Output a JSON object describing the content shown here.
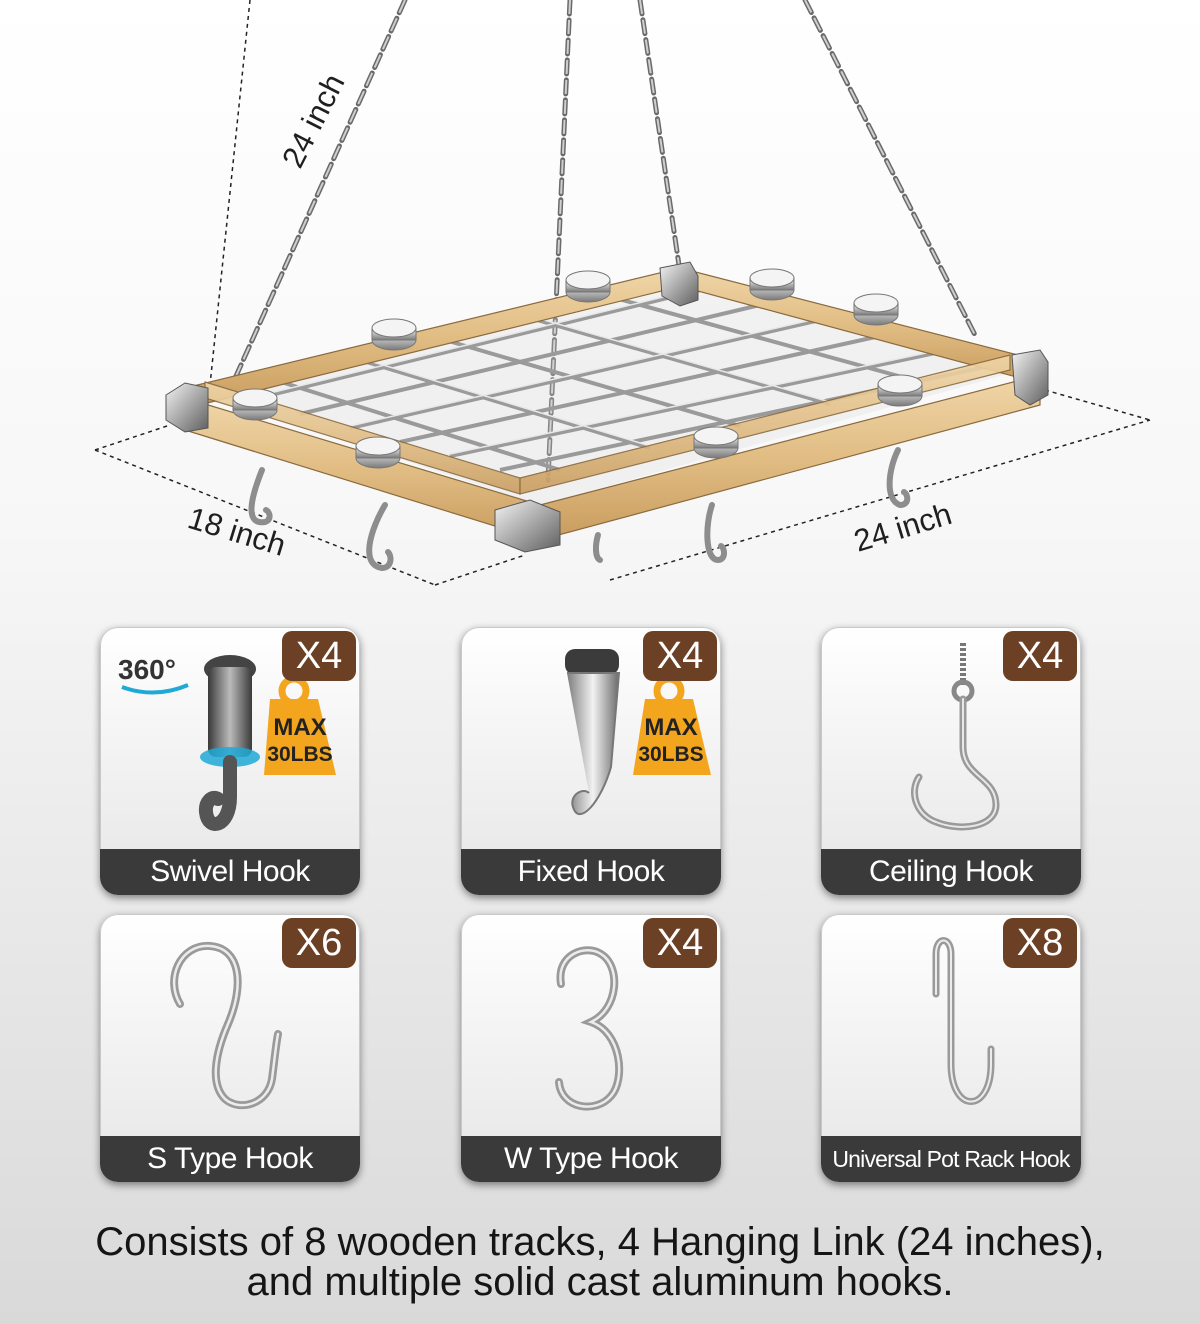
{
  "dimensions": {
    "chain_length": "24 inch",
    "rack_width": "18 inch",
    "rack_length": "24 inch"
  },
  "hooks": [
    {
      "name": "Swivel Hook",
      "qty": "X4",
      "badge_rotation": "360°",
      "badge_weight": [
        "MAX",
        "30LBS"
      ],
      "icon": "swivel-hook-icon"
    },
    {
      "name": "Fixed Hook",
      "qty": "X4",
      "badge_weight": [
        "MAX",
        "30LBS"
      ],
      "icon": "fixed-hook-icon"
    },
    {
      "name": "Ceiling Hook",
      "qty": "X4",
      "icon": "ceiling-hook-icon"
    },
    {
      "name": "S Type Hook",
      "qty": "X6",
      "icon": "s-hook-icon"
    },
    {
      "name": "W Type Hook",
      "qty": "X4",
      "icon": "w-hook-icon"
    },
    {
      "name": "Universal Pot Rack Hook",
      "qty": "X8",
      "icon": "universal-hook-icon"
    }
  ],
  "caption": [
    "Consists of 8 wooden tracks, 4 Hanging Link (24 inches),",
    "and multiple solid cast aluminum hooks."
  ],
  "colors": {
    "qty_badge": "#6b4024",
    "label_bar": "#3a3a3a",
    "weight_badge": "#f2a51d",
    "wood": "#e2c08a"
  }
}
